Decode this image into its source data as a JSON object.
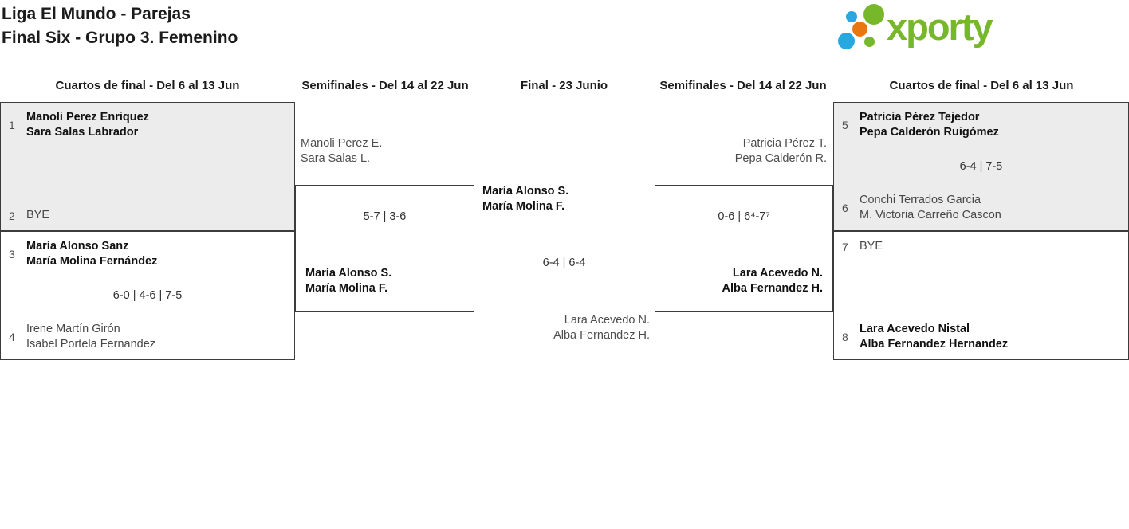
{
  "header": {
    "title_line1": "Liga El Mundo - Parejas",
    "title_line2": "Final Six - Grupo 3. Femenino",
    "logo_text": "xporty"
  },
  "round_headers": {
    "qf_left": "Cuartos de final - Del 6 al 13 Jun",
    "sf_left": "Semifinales - Del 14 al 22 Jun",
    "final": "Final - 23 Junio",
    "sf_right": "Semifinales - Del 14 al 22 Jun",
    "qf_right": "Cuartos de final - Del 6 al 13 Jun"
  },
  "matches": {
    "qf_left_top": {
      "seed_top": "1",
      "team_top_1": "Manoli Perez Enriquez",
      "team_top_2": "Sara Salas Labrador",
      "score": "",
      "seed_bottom": "2",
      "team_bottom_1": "BYE"
    },
    "qf_left_bottom": {
      "seed_top": "3",
      "team_top_1": "María Alonso Sanz",
      "team_top_2": "María Molina Fernández",
      "score": "6-0 | 4-6 | 7-5",
      "seed_bottom": "4",
      "team_bottom_1": "Irene Martín Girón",
      "team_bottom_2": "Isabel Portela Fernandez"
    },
    "sf_left": {
      "feeder_top_1": "Manoli Perez E.",
      "feeder_top_2": "Sara Salas L.",
      "score": "5-7 | 3-6",
      "winner_1": "María Alonso S.",
      "winner_2": "María Molina F."
    },
    "final": {
      "team_top_1": "María Alonso S.",
      "team_top_2": "María Molina F.",
      "score": "6-4 | 6-4",
      "team_bottom_1": "Lara Acevedo N.",
      "team_bottom_2": "Alba Fernandez H."
    },
    "sf_right": {
      "feeder_top_1": "Patricia Pérez T.",
      "feeder_top_2": "Pepa Calderón R.",
      "score": "0-6 | 6⁴-7⁷",
      "winner_1": "Lara Acevedo N.",
      "winner_2": "Alba Fernandez H."
    },
    "qf_right_top": {
      "seed_top": "5",
      "team_top_1": "Patricia Pérez Tejedor",
      "team_top_2": "Pepa Calderón Ruigómez",
      "score": "6-4 | 7-5",
      "seed_bottom": "6",
      "team_bottom_1": "Conchi Terrados Garcia",
      "team_bottom_2": "M. Victoria Carreño Cascon"
    },
    "qf_right_bottom": {
      "seed_top": "7",
      "team_top_1": "BYE",
      "score": "",
      "seed_bottom": "8",
      "team_bottom_1": "Lara Acevedo Nistal",
      "team_bottom_2": "Alba Fernandez Hernandez"
    }
  },
  "colors": {
    "accent_green": "#76b82a",
    "accent_blue": "#29a8e0",
    "accent_orange": "#e87611",
    "box_shaded": "#ececec"
  }
}
